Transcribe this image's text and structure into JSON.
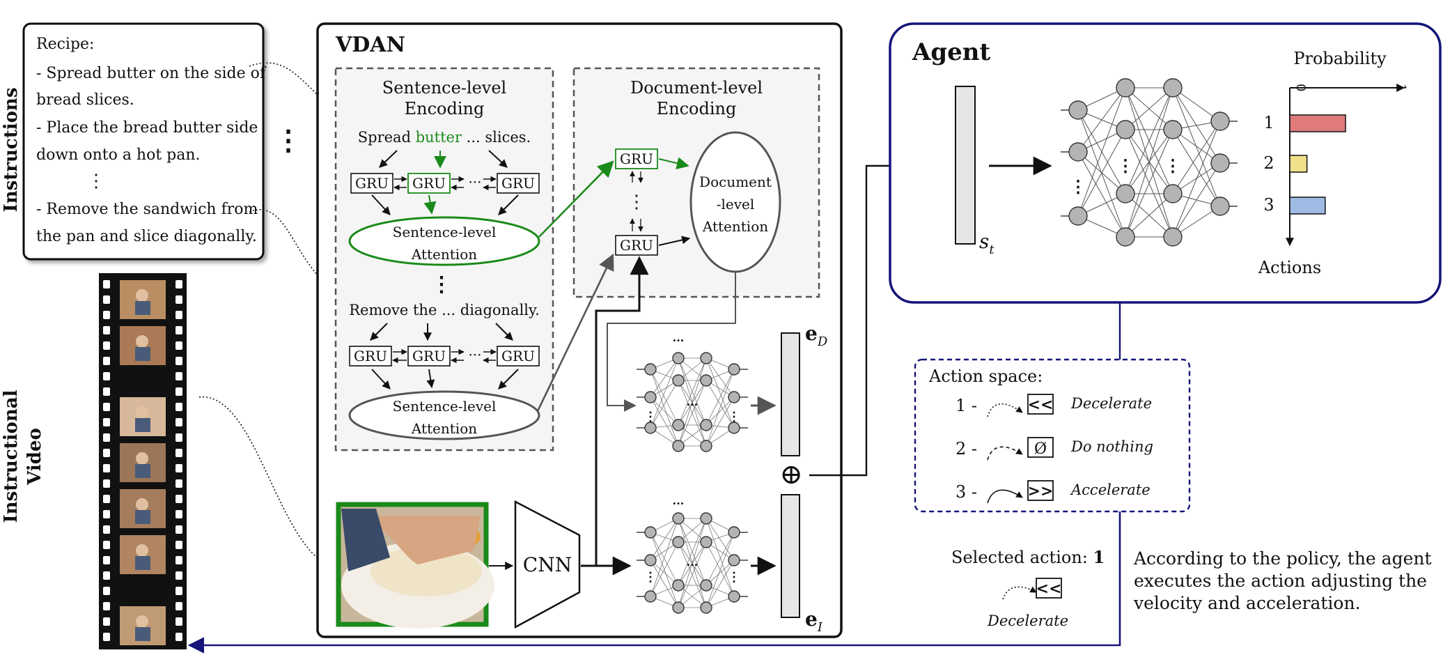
{
  "side_labels": {
    "instructions": "Instructions",
    "video_line1": "Instructional",
    "video_line2": "Video"
  },
  "recipe": {
    "title": "Recipe:",
    "lines": [
      "- Spread butter on the side of",
      "bread slices.",
      "- Place the bread butter side",
      "down onto a hot pan.",
      "- Remove the sandwich from",
      "the pan and slice diagonally."
    ],
    "vdots": "⋮"
  },
  "ellipsis_between": "⋮",
  "vdan": {
    "title": "VDAN",
    "sentence_panel": {
      "title_line1": "Sentence-level",
      "title_line2": "Encoding",
      "sentence1_pre": "Spread ",
      "sentence1_hl": "butter",
      "sentence1_post": " ... slices.",
      "sentence2": "Remove the ... diagonally.",
      "gru": "GRU",
      "dots": "···",
      "attention_line1": "Sentence-level",
      "attention_line2": "Attention"
    },
    "document_panel": {
      "title_line1": "Document-level",
      "title_line2": "Encoding",
      "gru": "GRU",
      "attention_line1": "Document",
      "attention_line2": "-level",
      "attention_line3": "Attention"
    },
    "cnn": "CNN",
    "e_d": "e",
    "e_d_sub": "D",
    "e_i": "e",
    "e_i_sub": "I",
    "oplus": "⊕"
  },
  "agent": {
    "title": "Agent",
    "state_label": "s",
    "state_sub": "t",
    "probability_label": "Probability",
    "axis_min": "0",
    "axis_max": "1",
    "actions_label": "Actions"
  },
  "chart_data": {
    "type": "bar",
    "orientation": "horizontal",
    "categories": [
      "1",
      "2",
      "3"
    ],
    "values": [
      0.52,
      0.16,
      0.33
    ],
    "colors": [
      "#e07b7b",
      "#f1e08a",
      "#9fbbe3"
    ],
    "xlabel": "Probability",
    "ylabel": "Actions",
    "xlim": [
      0,
      1
    ]
  },
  "action_space": {
    "title": "Action space:",
    "items": [
      {
        "num": "1 -",
        "glyph": "<<",
        "label": "Decelerate"
      },
      {
        "num": "2 -",
        "glyph": "Ø",
        "label": "Do nothing"
      },
      {
        "num": "3 -",
        "glyph": ">>",
        "label": "Accelerate"
      }
    ]
  },
  "selected": {
    "label": "Selected action: ",
    "value": "1",
    "glyph": "<<",
    "action_label": "Decelerate"
  },
  "policy_text": [
    "According to the policy, the agent",
    "executes the action adjusting the",
    "velocity and acceleration."
  ],
  "colors": {
    "green": "#1a8a1a",
    "navy": "#14147a",
    "panel_fill": "#f5f5f5",
    "node_fill": "#b4b4b4"
  }
}
